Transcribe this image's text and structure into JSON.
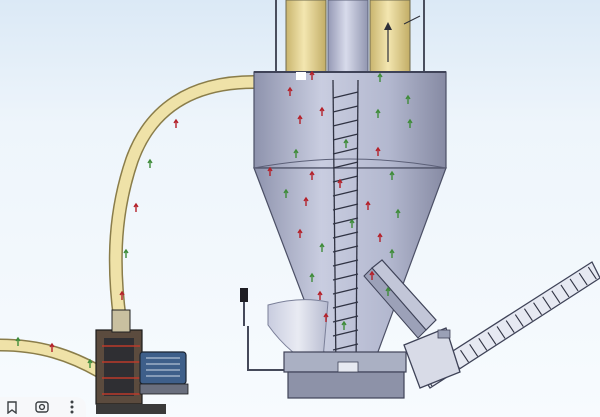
{
  "diagram": {
    "colors": {
      "sky": "#e9f3fb",
      "ground": "#f5fafd",
      "tank_body": "#aeb3cb",
      "tank_light": "#d6d9e8",
      "tank_dark": "#7c8199",
      "cream": "#efe2a8",
      "arrow_red": "#b4212a",
      "arrow_green": "#3f8c3a",
      "machine_dark": "#3a3a3a",
      "motor_blue": "#3e5f8a"
    },
    "components": [
      "storage-silos",
      "mixing-tank",
      "vertical-screw-conveyor",
      "pneumatic-feed-tube",
      "feed-pump",
      "electric-motor",
      "discharge-chute",
      "inclined-screw-conveyor",
      "base-frame"
    ]
  },
  "toolbar": {
    "buttons": [
      {
        "icon": "bookmark-icon"
      },
      {
        "icon": "lens-search-icon"
      },
      {
        "icon": "more-vertical-icon"
      }
    ]
  }
}
